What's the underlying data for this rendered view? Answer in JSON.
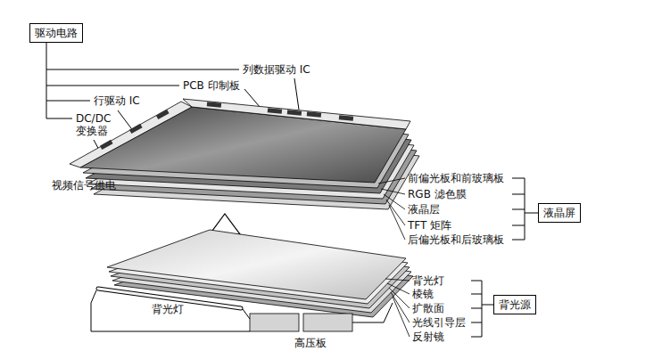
{
  "diagram": {
    "nodes": [
      {
        "text": [
          "驱动电路"
        ]
      },
      {
        "text": [
          "液晶屏"
        ]
      },
      {
        "text": [
          "背光源"
        ]
      }
    ],
    "labels": [
      "列数据驱动 IC",
      "PCB 印制板",
      "行驱动 IC",
      "DC/DC 变换器",
      "视频信号供电",
      "前偏光板和前玻璃板",
      "RGB 滤色膜",
      "液晶层",
      "TFT 矩阵",
      "后偏光板和后玻璃板",
      "背光灯",
      "棱镜",
      "扩散面",
      "光线引导层",
      "反射镜",
      "背光灯",
      "高压板"
    ]
  }
}
